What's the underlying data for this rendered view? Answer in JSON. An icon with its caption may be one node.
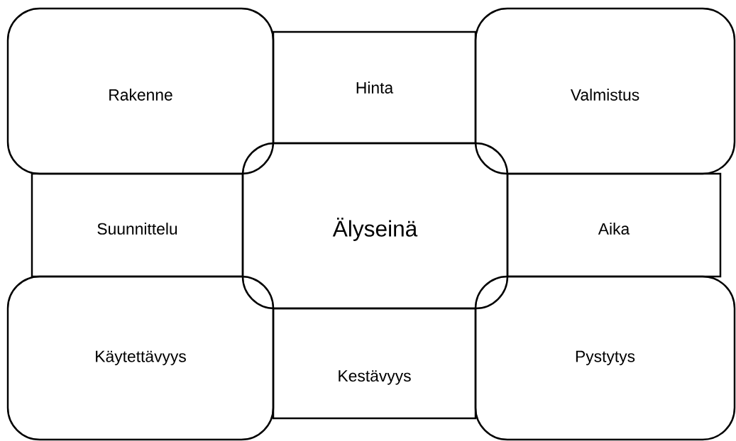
{
  "diagram": {
    "nodes": [
      {
        "text": [
          "Rakenne"
        ]
      },
      {
        "text": [
          "Hinta"
        ]
      },
      {
        "text": [
          "Valmistus"
        ]
      },
      {
        "text": [
          "Suunnittelu"
        ]
      },
      {
        "text": [
          "Älyseinä"
        ]
      },
      {
        "text": [
          "Aika"
        ]
      },
      {
        "text": [
          "Käytettävyys"
        ]
      },
      {
        "text": [
          "Kestävyys"
        ]
      },
      {
        "text": [
          "Pystytys"
        ]
      }
    ]
  }
}
